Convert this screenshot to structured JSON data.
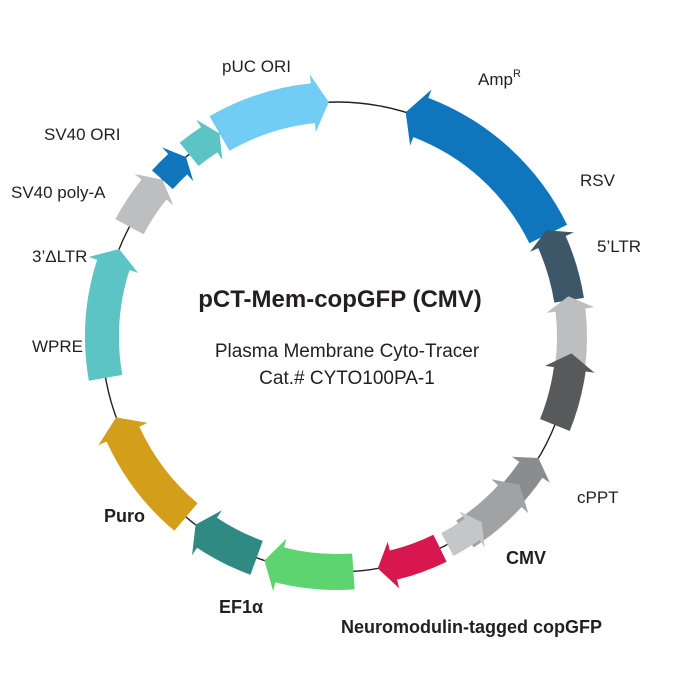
{
  "plasmid": {
    "name": "pCT-Mem-copGFP (CMV)",
    "description": "Plasma Membrane Cyto-Tracer",
    "catalog": "Cat.# CYTO100PA-1"
  },
  "features": [
    {
      "id": "ampr",
      "label": "Amp",
      "sup": "R",
      "color": "#0f75bc",
      "bold": false
    },
    {
      "id": "rsv",
      "label": "RSV",
      "color": "#3d5668",
      "bold": false
    },
    {
      "id": "ltr5",
      "label": "5’LTR",
      "color": "#bcbec0",
      "bold": false
    },
    {
      "id": "dark",
      "label": "",
      "color": "#58595b",
      "bold": false
    },
    {
      "id": "mid",
      "label": "",
      "color": "#8a8c8e",
      "bold": false
    },
    {
      "id": "gag",
      "label": "",
      "color": "#a0a2a4",
      "bold": false
    },
    {
      "id": "cppt",
      "label": "cPPT",
      "color": "#c4c6c8",
      "bold": false
    },
    {
      "id": "cmv",
      "label": "CMV",
      "color": "#d7174d",
      "bold": true
    },
    {
      "id": "gfp",
      "label": "Neuromodulin-tagged copGFP",
      "color": "#5dd46f",
      "bold": true
    },
    {
      "id": "ef1a",
      "label": "EF1α",
      "color": "#2e8a83",
      "bold": true
    },
    {
      "id": "puro",
      "label": "Puro",
      "color": "#d39e1a",
      "bold": true
    },
    {
      "id": "wpre",
      "label": "WPRE",
      "color": "#5cc4c4",
      "bold": false
    },
    {
      "id": "ltr3",
      "label": "3’ΔLTR",
      "color": "#bcbec0",
      "bold": false
    },
    {
      "id": "sv40pa",
      "label": "SV40 poly-A",
      "color": "#0f75bc",
      "bold": false
    },
    {
      "id": "sv40ori",
      "label": "SV40 ORI",
      "color": "#5cc4c4",
      "bold": false
    },
    {
      "id": "puc",
      "label": "pUC ORI",
      "color": "#72cdf4",
      "bold": false
    }
  ]
}
